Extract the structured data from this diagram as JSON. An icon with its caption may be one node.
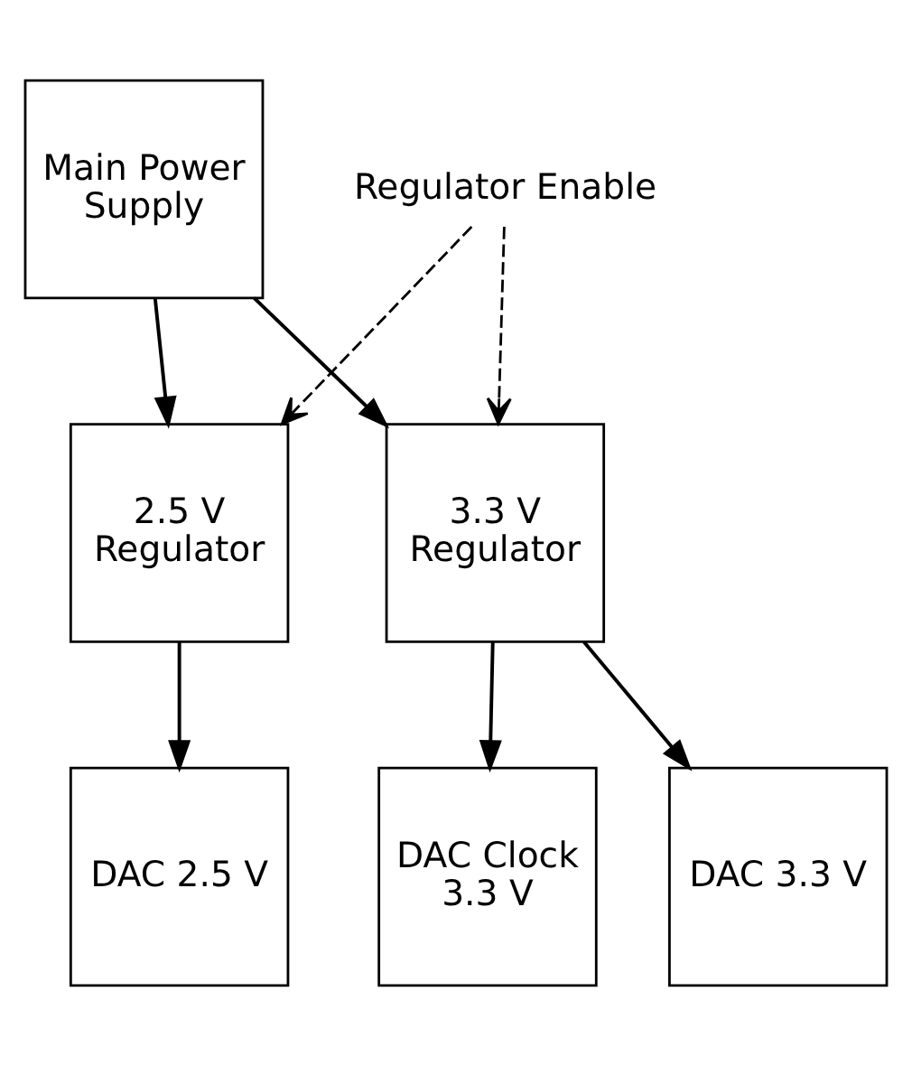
{
  "diagram": {
    "nodes": [
      {
        "text": [
          "Main Power Supply"
        ]
      },
      {
        "text": [
          "2.5 V Regulator"
        ]
      },
      {
        "text": [
          "3.3 V Regulator"
        ]
      },
      {
        "text": [
          "DAC 2.5 V"
        ]
      },
      {
        "text": [
          "DAC 3.3 V"
        ]
      },
      {
        "text": [
          "DAC Clock 3.3 V"
        ]
      },
      {
        "text": [
          "Regulator Enable"
        ]
      }
    ],
    "edges": [
      {
        "from": 0,
        "to": 1,
        "arrow": "to"
      },
      {
        "from": 0,
        "to": 2,
        "arrow": "to"
      },
      {
        "from": 6,
        "to": 1,
        "arrow": "to",
        "style": "dashed"
      },
      {
        "from": 6,
        "to": 2,
        "arrow": "to",
        "style": "dashed"
      },
      {
        "from": 1,
        "to": 3,
        "arrow": "to"
      },
      {
        "from": 2,
        "to": 4,
        "arrow": "to"
      },
      {
        "from": 2,
        "to": 5,
        "arrow": "to"
      }
    ]
  }
}
